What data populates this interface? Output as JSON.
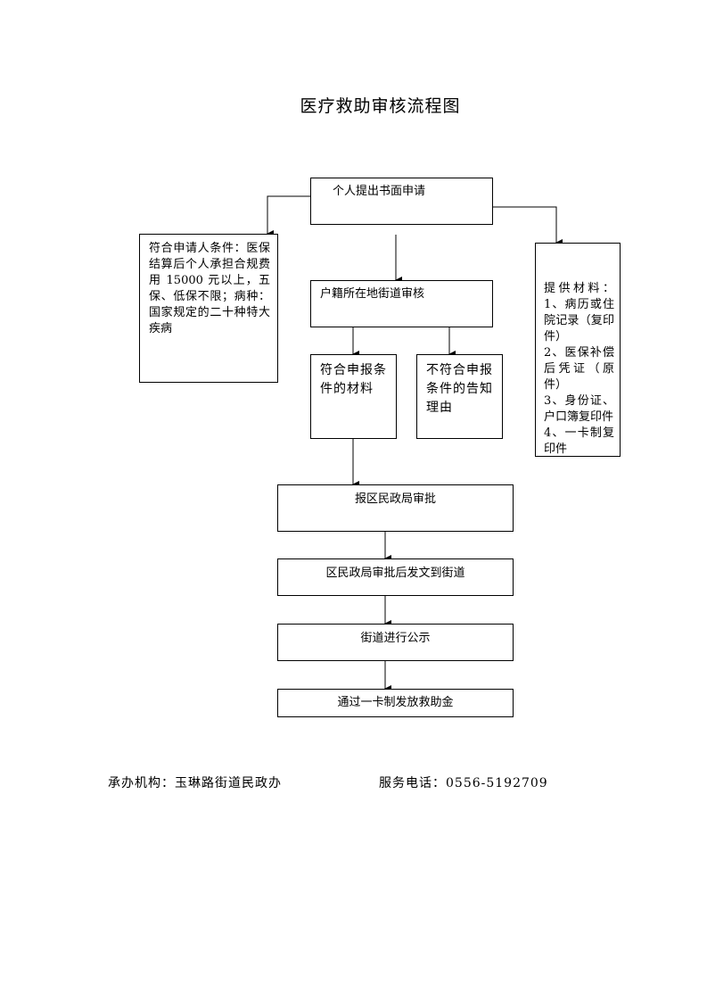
{
  "title": "医疗救助审核流程图",
  "nodes": {
    "apply": "个人提出书面申请",
    "conditions": "符合申请人条件：医保结算后个人承担合规费用 15000 元以上，五保、低保不限；病种：国家规定的二十种特大疾病",
    "materials": "提供材料：1、病历或住院记录（复印件）\n2、医保补偿后凭证（原件）\n3、身份证、户口簿复印件\n4、一卡制复印件",
    "street_review": "户籍所在地街道审核",
    "qualified": "符合申报条件的材料",
    "unqualified": "不符合申报条件的告知理由",
    "district_approval": "报区民政局审批",
    "dispatch": "区民政局审批后发文到街道",
    "publicity": "街道进行公示",
    "payment": "通过一卡制发放救助金"
  },
  "footer": {
    "organizer": "承办机构：玉琳路街道民政办",
    "phone": "服务电话：0556-5192709"
  }
}
